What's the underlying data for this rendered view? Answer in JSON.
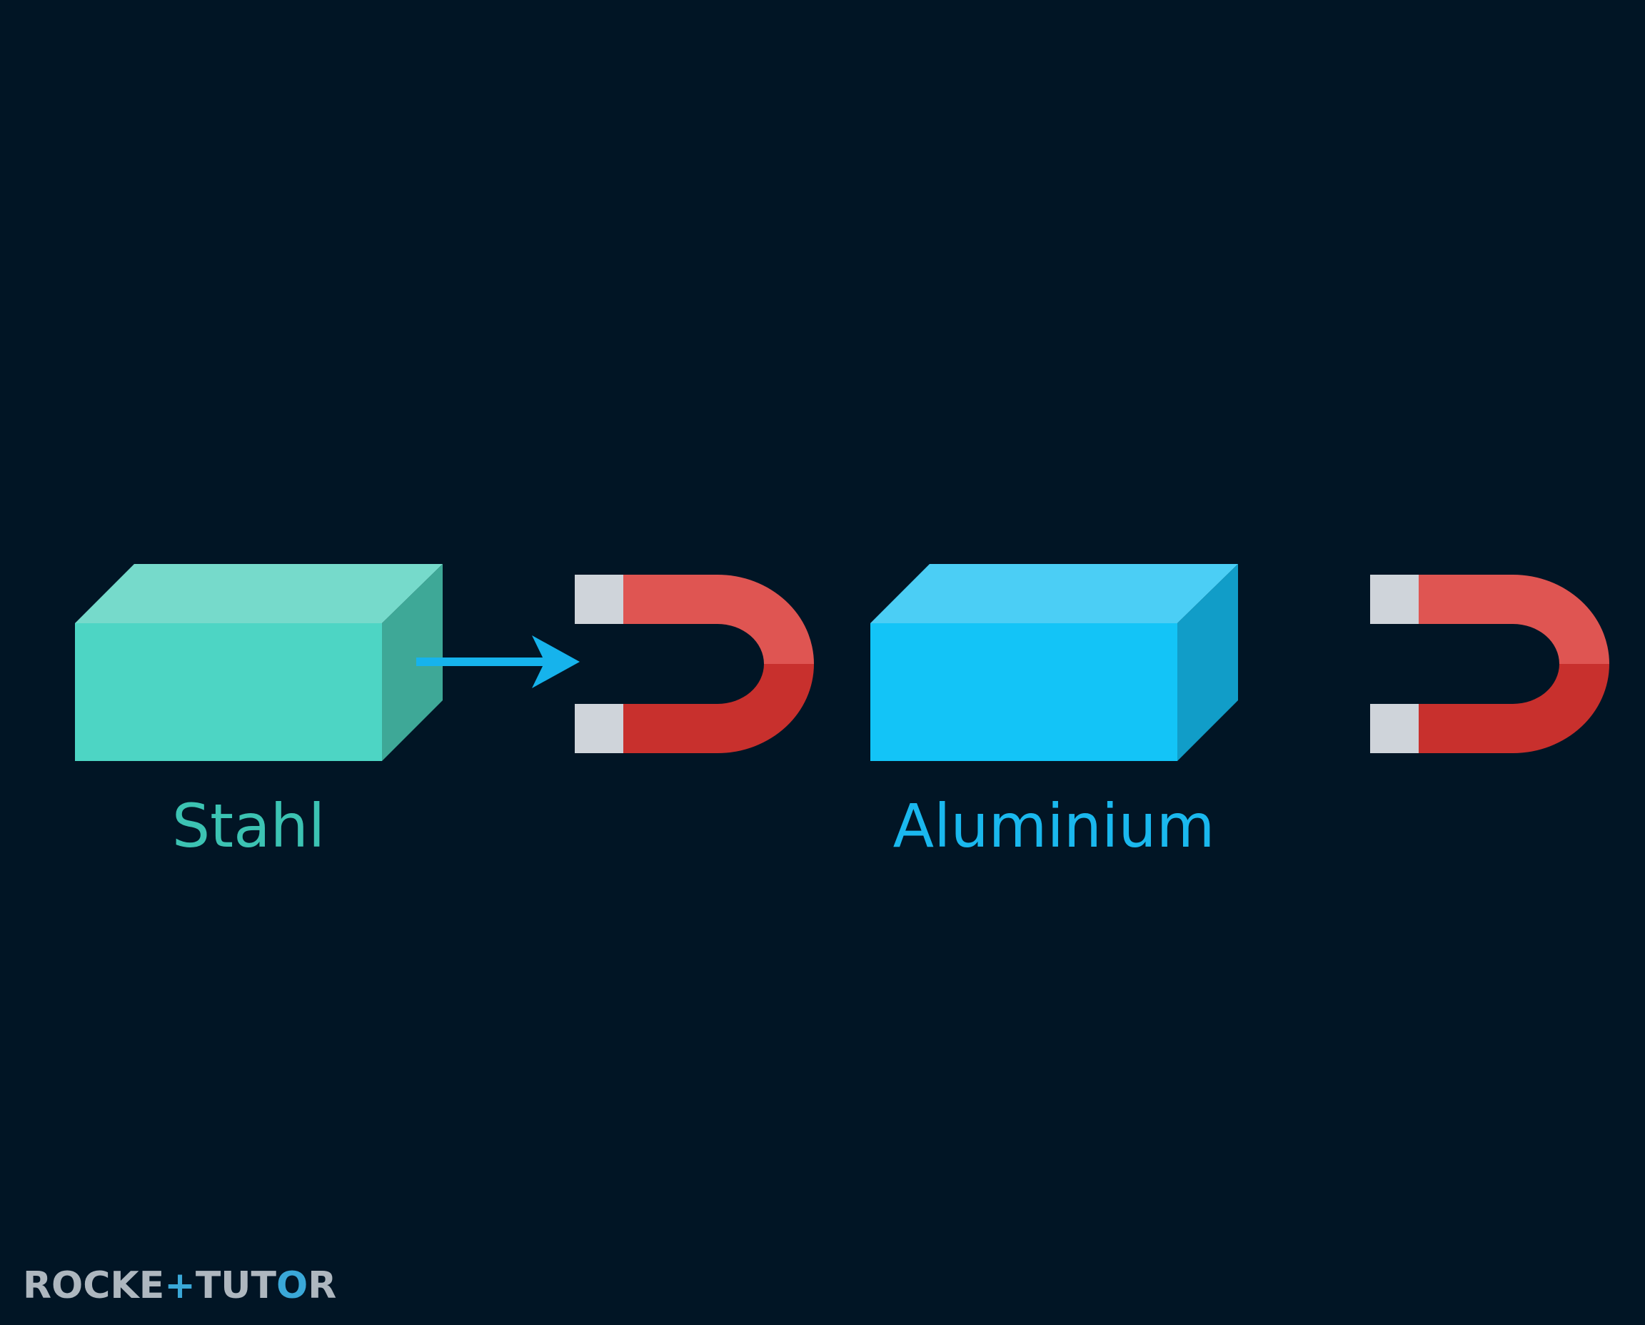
{
  "colors": {
    "background": "#011525",
    "steel_front": "#4dd5c4",
    "steel_top": "#76dacb",
    "steel_side": "#3ea897",
    "steel_label": "#3cc3b3",
    "aluminium_front": "#13c4f7",
    "aluminium_top": "#4bcef5",
    "aluminium_side": "#119dc8",
    "aluminium_label": "#1ab8ee",
    "arrow": "#16b3ec",
    "magnet_red_light": "#df5552",
    "magnet_red_dark": "#c8302d",
    "magnet_tip": "#cfd4da",
    "logo_gray": "#aeb7bf",
    "logo_accent": "#3aa8d8"
  },
  "items": [
    {
      "material_label": "Stahl",
      "block": "steel-block",
      "magnet": "horseshoe-magnet-icon",
      "attracted": true
    },
    {
      "material_label": "Aluminium",
      "block": "aluminium-block",
      "magnet": "horseshoe-magnet-icon",
      "attracted": false
    }
  ],
  "logo": {
    "part1": "ROCKE",
    "mark": "+",
    "part2": "TUT",
    "part3": "O",
    "part4": "R"
  }
}
